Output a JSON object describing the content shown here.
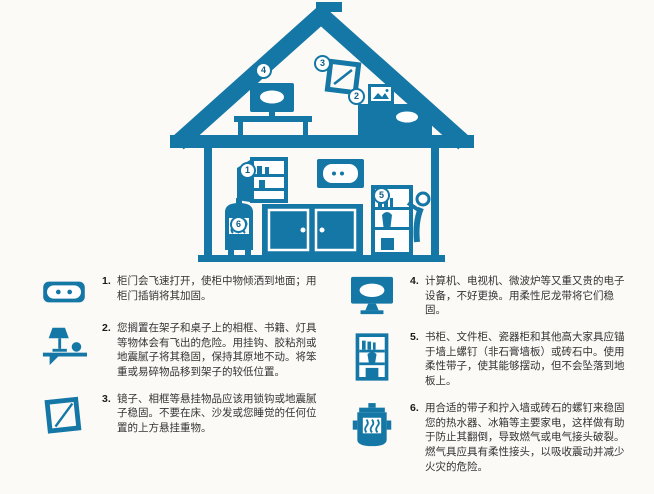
{
  "theme": {
    "accent": "#1477a6",
    "background": "#fbfaf7",
    "text": "#333333"
  },
  "diagram": {
    "description_icons": [
      "flag-icon",
      "roof",
      "computer-desk",
      "wall-frame",
      "dresser",
      "open-cabinet",
      "wall-tv",
      "sideboard",
      "bookshelf",
      "person-figure",
      "water-heater"
    ],
    "markers": [
      {
        "num": "1"
      },
      {
        "num": "2"
      },
      {
        "num": "3"
      },
      {
        "num": "4"
      },
      {
        "num": "5"
      },
      {
        "num": "6"
      }
    ]
  },
  "list": {
    "items": [
      {
        "num": "1.",
        "icon": "power-strip-icon",
        "text": "柜门会飞速打开，使柜中物倾洒到地面；用柜门插销将其加固。"
      },
      {
        "num": "2.",
        "icon": "shelf-lamp-icon",
        "text": "您搁置在架子和桌子上的相框、书籍、灯具等物体会有飞出的危险。用挂钩、胶粘剂或地震腻子将其稳固，保持其原地不动。将笨重或易碎物品移到架子的较低位置。"
      },
      {
        "num": "3.",
        "icon": "picture-frame-icon",
        "text": "镜子、相框等悬挂物品应该用锁钩或地震腻子稳固。不要在床、沙发或您睡觉的任何位置的上方悬挂重物。"
      },
      {
        "num": "4.",
        "icon": "computer-monitor-icon",
        "text": "计算机、电视机、微波炉等又重又贵的电子设备，不好更换。用柔性尼龙带将它们稳固。"
      },
      {
        "num": "5.",
        "icon": "bookshelf-icon",
        "text": "书柜、文件柜、瓷器柜和其他高大家具应锚于墙上螺钉（非石膏墙板）或砖石中。使用柔性带子，使其能够摆动，但不会坠落到地板上。"
      },
      {
        "num": "6.",
        "icon": "water-heater-icon",
        "text": "用合适的带子和拧入墙或砖石的螺钉来稳固您的热水器、冰箱等主要家电，这样做有助于防止其翻倒，导致燃气或电气接头破裂。燃气具应具有柔性接头，以吸收震动并减少火灾的危险。"
      }
    ]
  }
}
